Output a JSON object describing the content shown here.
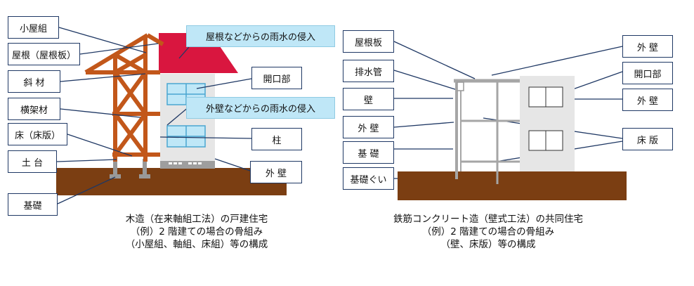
{
  "wood": {
    "labels": {
      "koyagumi": "小屋組",
      "yane": "屋根（屋根板）",
      "shazai": "斜 材",
      "oukazai": "横架材",
      "yuka": "床（床版）",
      "dodai": "土 台",
      "kiso": "基礎",
      "kaikoubu": "開口部",
      "hashira": "柱",
      "gaiheki": "外 壁"
    },
    "notes": {
      "roof_rain": "屋根などからの雨水の侵入",
      "wall_rain": "外壁などからの雨水の侵入"
    },
    "caption": [
      "木造（在来軸組工法）の戸建住宅",
      "（例）2 階建ての場合の骨組み",
      "（小屋組、軸組、床組）等の構成"
    ]
  },
  "rc": {
    "labels": {
      "yaneita": "屋根板",
      "haisuikan": "排水管",
      "kabe": "壁",
      "gaiheki_l": "外 壁",
      "kiso": "基 礎",
      "kisogui": "基礎ぐい",
      "gaiheki_r1": "外 壁",
      "kaikoubu": "開口部",
      "gaiheki_r2": "外 壁",
      "yukaban": "床 版"
    },
    "caption": [
      "鉄筋コンクリート造（壁式工法）の共同住宅",
      "（例）2 階建ての場合の骨組み",
      "（壁、床版）等の構成"
    ]
  },
  "colors": {
    "ground": "#7b3e12",
    "timber": "#c2571a",
    "roof": "#d9163f",
    "wall": "#e6e6e6",
    "label_border": "#1f3864",
    "note_fill": "#bfe7f7",
    "rc_frame": "#a6a6a6"
  }
}
